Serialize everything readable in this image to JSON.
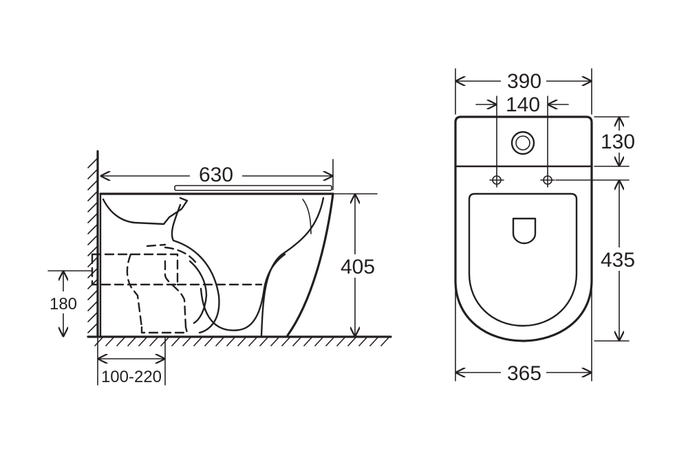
{
  "side_view": {
    "width_label": "630",
    "height_label": "405",
    "outlet_height_label": "180",
    "outlet_distance_label": "100-220"
  },
  "top_view": {
    "overall_width_label": "390",
    "hole_spacing_label": "140",
    "tank_depth_label": "130",
    "bowl_length_label": "435",
    "bottom_width_label": "365"
  },
  "colors": {
    "line": "#231f20",
    "background": "#ffffff"
  }
}
